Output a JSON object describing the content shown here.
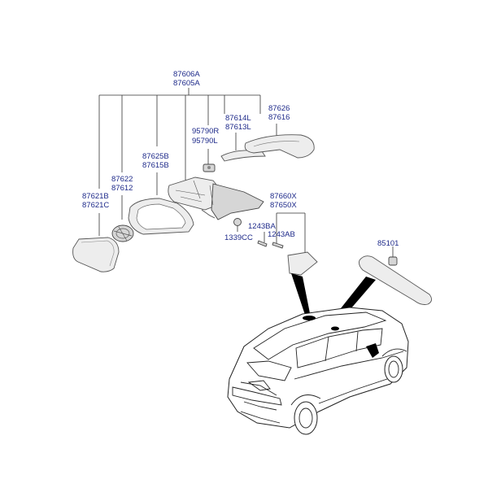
{
  "labels": {
    "assy_a": "87606A",
    "assy_b": "87605A",
    "cover_a": "87626",
    "cover_b": "87616",
    "lamp_a": "87614L",
    "lamp_b": "87613L",
    "sensor_a": "95790R",
    "sensor_b": "95790L",
    "housing_a": "87625B",
    "housing_b": "87615B",
    "actuator_a": "87622",
    "actuator_b": "87612",
    "glass_a": "87621B",
    "glass_b": "87621C",
    "inner_a": "87660X",
    "inner_b": "87650X",
    "bolt_a": "1243BA",
    "bolt_b": "1243AB",
    "grommet": "1339CC",
    "room_mirror": "85101"
  }
}
